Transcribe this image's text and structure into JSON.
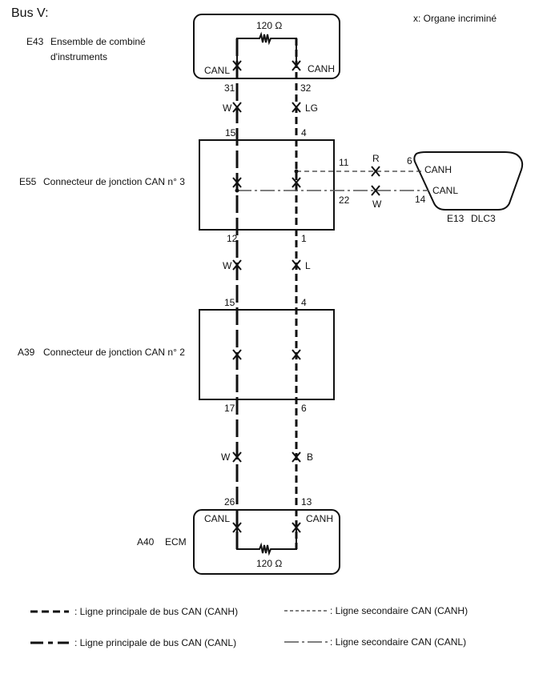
{
  "title": "Bus V:",
  "note": "x: Organe incriminé",
  "components": {
    "e43": {
      "code": "E43",
      "name_line1": "Ensemble de combiné",
      "name_line2": "d'instruments",
      "resistor": "120 Ω",
      "canl": "CANL",
      "canh": "CANH",
      "pin_l": "31",
      "pin_h": "32"
    },
    "e55": {
      "code": "E55",
      "name": "Connecteur de jonction CAN n° 3",
      "pin_top_l": "15",
      "pin_top_h": "4",
      "pin_bot_l": "12",
      "pin_bot_h": "1",
      "pin_out_h": "11",
      "pin_out_l": "22"
    },
    "e13": {
      "code": "E13",
      "name": "DLC3",
      "canh": "CANH",
      "canl": "CANL",
      "pin_h": "6",
      "pin_l": "14"
    },
    "a39": {
      "code": "A39",
      "name": "Connecteur de jonction CAN n° 2",
      "pin_top_l": "15",
      "pin_top_h": "4",
      "pin_bot_l": "17",
      "pin_bot_h": "6"
    },
    "a40": {
      "code": "A40",
      "name": "ECM",
      "resistor": "120 Ω",
      "canl": "CANL",
      "canh": "CANH",
      "pin_l": "26",
      "pin_h": "13"
    }
  },
  "wires": {
    "seg1": {
      "canl_color": "W",
      "canh_color": "LG"
    },
    "seg2": {
      "canl_color": "W",
      "canh_color": "L"
    },
    "seg3": {
      "canl_color": "W",
      "canh_color": "B"
    },
    "dlc_h": {
      "color": "R"
    },
    "dlc_l": {
      "color": "W"
    }
  },
  "legend": {
    "main_canh": ": Ligne principale de bus CAN (CANH)",
    "main_canl": ": Ligne principale de bus CAN (CANL)",
    "sec_canh": ": Ligne secondaire CAN (CANH)",
    "sec_canl": ": Ligne secondaire CAN (CANL)"
  }
}
